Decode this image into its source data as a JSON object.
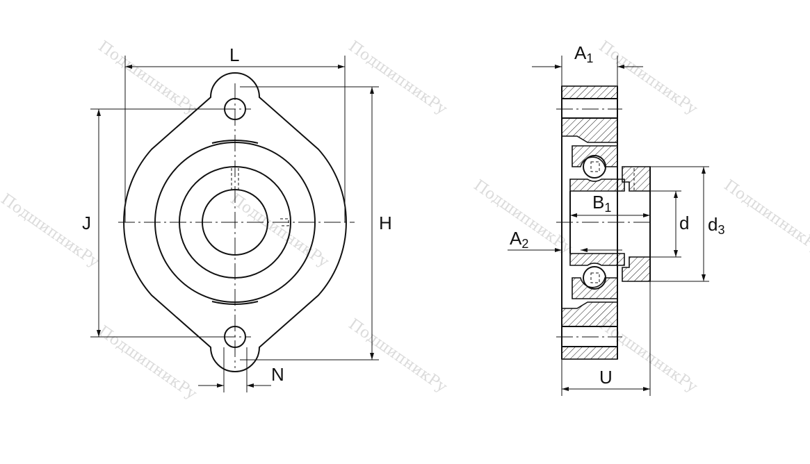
{
  "title": "Flanged bearing unit dimension drawing",
  "labels": {
    "L": "L",
    "J": "J",
    "H": "H",
    "N": "N",
    "A1": "A",
    "A1_sub": "1",
    "B1": "B",
    "B1_sub": "1",
    "A2": "A",
    "A2_sub": "2",
    "d": "d",
    "d3": "d",
    "d3_sub": "3",
    "U": "U"
  },
  "watermark": "ПодшипникРу"
}
